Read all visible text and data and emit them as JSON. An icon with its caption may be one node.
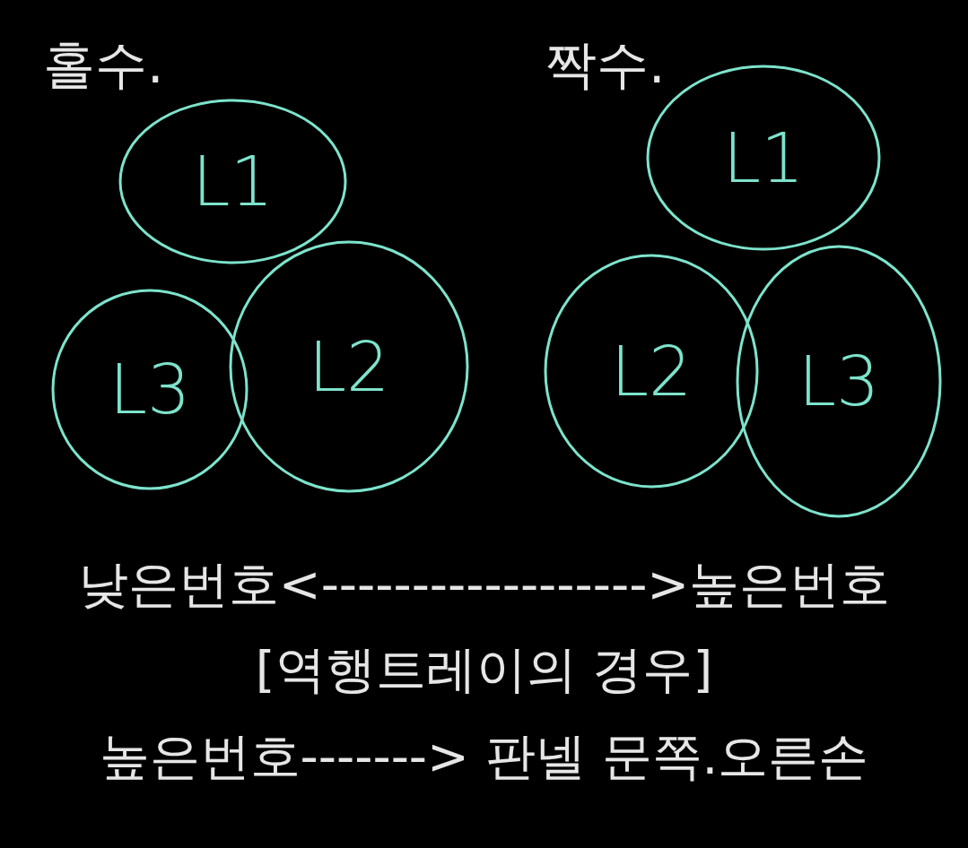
{
  "diagram": {
    "nodes": [
      {
        "text": [
          "L1"
        ]
      },
      {
        "text": [
          "L3"
        ]
      },
      {
        "text": [
          "L2"
        ]
      },
      {
        "text": [
          "L1"
        ]
      },
      {
        "text": [
          "L2"
        ]
      },
      {
        "text": [
          "L3"
        ]
      }
    ],
    "edges": [],
    "labels": [
      "홀수.",
      "짝수.",
      "낮은번호<------------------>높은번호",
      "[역행트레이의 경우]",
      "높은번호-------> 판넬 문쪽.오른손"
    ]
  }
}
